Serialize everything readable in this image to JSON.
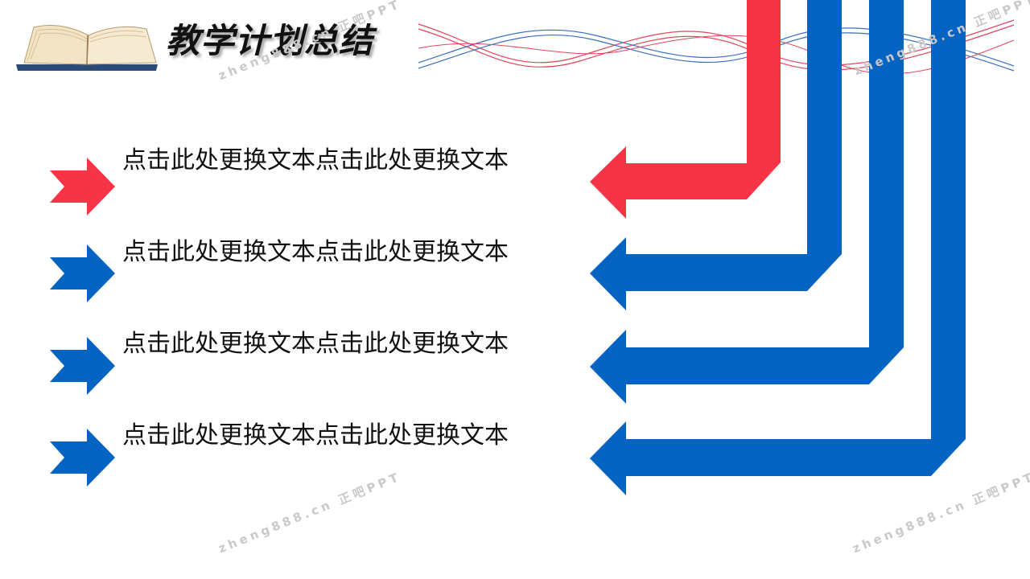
{
  "slide": {
    "title": "教学计划总结"
  },
  "items": [
    {
      "text": "点击此处更换文本点击此处更换文本",
      "color": "#f73446"
    },
    {
      "text": "点击此处更换文本点击此处更换文本",
      "color": "#0563c1"
    },
    {
      "text": "点击此处更换文本点击此处更换文本",
      "color": "#0563c1"
    },
    {
      "text": "点击此处更换文本点击此处更换文本",
      "color": "#0563c1"
    }
  ],
  "watermark": {
    "text": "zheng888.cn 正吧PPT"
  },
  "icons": {
    "logo": "open-book-icon",
    "bullet": "chevron-arrow-icon",
    "connector": "elbow-arrow-icon"
  },
  "colors": {
    "red": "#f73446",
    "blue": "#0563c1",
    "wave_red": "#e0485a",
    "wave_blue": "#3a6fc0"
  }
}
